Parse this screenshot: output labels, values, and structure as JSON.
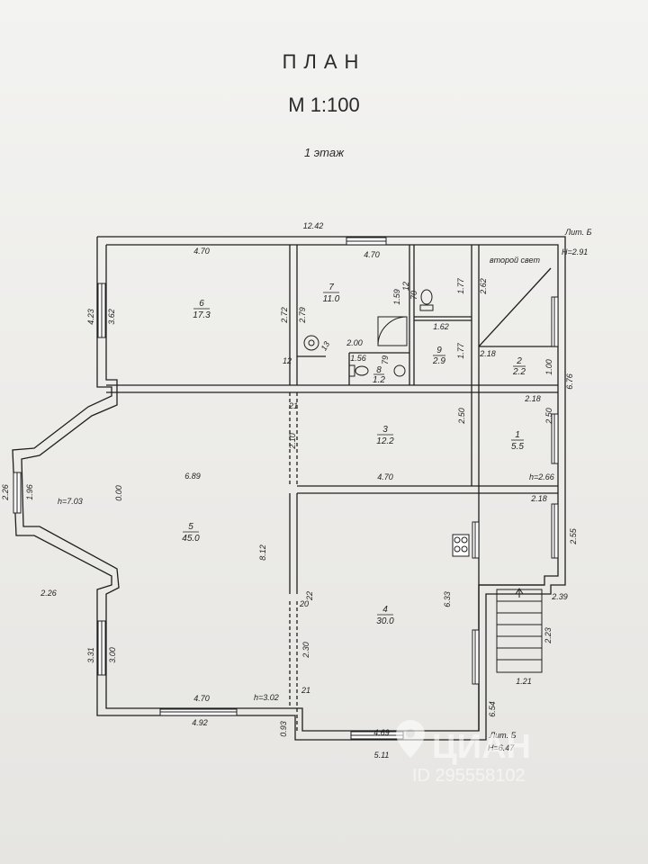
{
  "header": {
    "title": "ПЛАН",
    "scale": "М 1:100",
    "floor": "1 этаж"
  },
  "plan": {
    "overall_width": "12.42",
    "rooms": [
      {
        "number": "1",
        "area": "5.5"
      },
      {
        "number": "2",
        "area": "2.2"
      },
      {
        "number": "3",
        "area": "12.2"
      },
      {
        "number": "4",
        "area": "30.0"
      },
      {
        "number": "5",
        "area": "45.0"
      },
      {
        "number": "6",
        "area": "17.3"
      },
      {
        "number": "7",
        "area": "11.0"
      },
      {
        "number": "8",
        "area": "1.2"
      },
      {
        "number": "9",
        "area": "2.9"
      }
    ],
    "notes": {
      "second_light": "второй свет",
      "lit_top": "Лит. Б",
      "height_top": "H=2.91",
      "lit_bottom": "Лит. Б",
      "height_bottom": "H=6.47",
      "h_hall": "h=7.03",
      "h_room5": "h=3.02",
      "h_room1": "h=2.66"
    },
    "dims": [
      "4.70",
      "4.70",
      "4.23",
      "3.62",
      "2.72",
      "2.79",
      "1.59",
      "12",
      "70",
      "1.77",
      "2.62",
      "1.62",
      "13",
      "2.00",
      "1.56",
      "79",
      "1.77",
      "2.18",
      "1.00",
      "6.76",
      "12",
      "21",
      "2.50",
      "2.18",
      "2.50",
      "2.10",
      "6.89",
      "0.00",
      "4.70",
      "2.18",
      "2.26",
      "1.96",
      "2.26",
      "8.12",
      "2.55",
      "22",
      "20",
      "6.33",
      "2.39",
      "2.30",
      "2.23",
      "1.21",
      "3.31",
      "3.00",
      "21",
      "4.70",
      "4.92",
      "0.93",
      "4.69",
      "6.54",
      "5.11"
    ]
  },
  "watermark": {
    "brand": "ЦИАН",
    "id": "ID 295558102"
  },
  "colors": {
    "paper": "#efeeec",
    "wall": "#1f1f1f",
    "watermark": "#ffffff"
  }
}
